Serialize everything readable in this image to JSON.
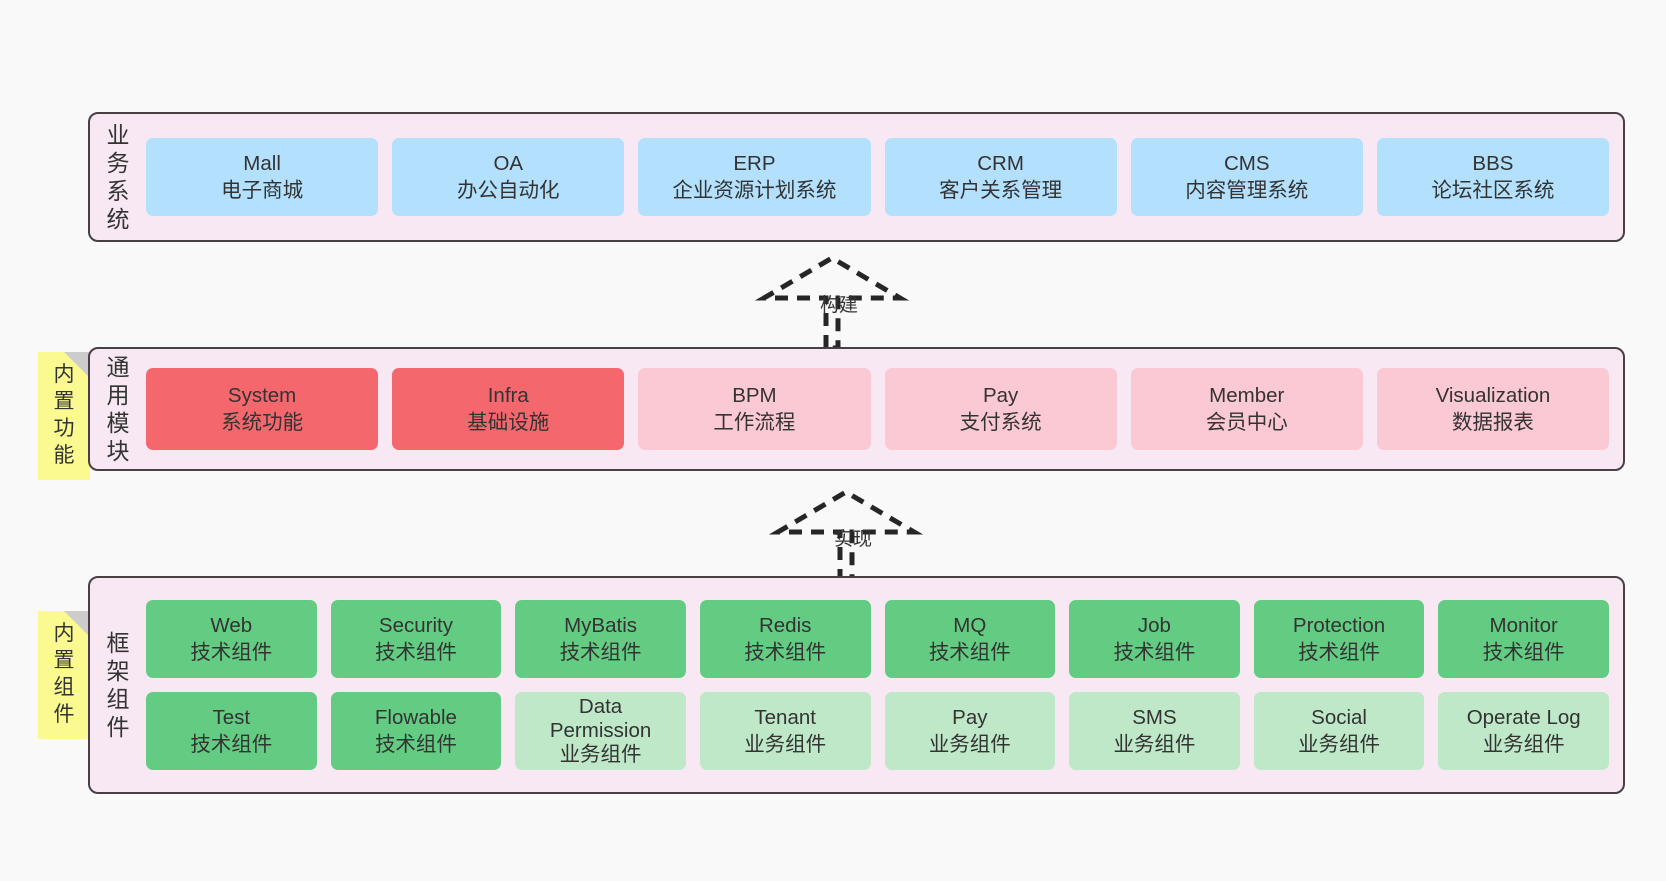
{
  "canvas": {
    "background": "#f9f9f9",
    "layer_fill": "#f7e8f3",
    "layer_border": "#4a3f45",
    "sticky_fill": "#fafa91",
    "sticky_fold": "#cccccc"
  },
  "layers": [
    {
      "id": "business-system",
      "label_chars": [
        "业",
        "务",
        "系",
        "统"
      ],
      "rows": [
        {
          "cards": [
            {
              "name": "mall",
              "color": "#b3e0fc",
              "lines": [
                "Mall",
                "电子商城"
              ]
            },
            {
              "name": "oa",
              "color": "#b3e0fc",
              "lines": [
                "OA",
                "办公自动化"
              ]
            },
            {
              "name": "erp",
              "color": "#b3e0fc",
              "lines": [
                "ERP",
                "企业资源计划系统"
              ]
            },
            {
              "name": "crm",
              "color": "#b3e0fc",
              "lines": [
                "CRM",
                "客户关系管理"
              ]
            },
            {
              "name": "cms",
              "color": "#b3e0fc",
              "lines": [
                "CMS",
                "内容管理系统"
              ]
            },
            {
              "name": "bbs",
              "color": "#b3e0fc",
              "lines": [
                "BBS",
                "论坛社区系统"
              ]
            }
          ]
        }
      ]
    },
    {
      "id": "common-modules",
      "label_chars": [
        "通",
        "用",
        "模",
        "块"
      ],
      "sticky": {
        "name": "builtin-function-note",
        "chars": [
          "内",
          "置",
          "功",
          "能"
        ]
      },
      "rows": [
        {
          "cards": [
            {
              "name": "system",
              "color": "#f4676d",
              "lines": [
                "System",
                "系统功能"
              ]
            },
            {
              "name": "infra",
              "color": "#f4676d",
              "lines": [
                "Infra",
                "基础设施"
              ]
            },
            {
              "name": "bpm",
              "color": "#fbc9d3",
              "lines": [
                "BPM",
                "工作流程"
              ]
            },
            {
              "name": "pay",
              "color": "#fbc9d3",
              "lines": [
                "Pay",
                "支付系统"
              ]
            },
            {
              "name": "member",
              "color": "#fbc9d3",
              "lines": [
                "Member",
                "会员中心"
              ]
            },
            {
              "name": "visualization",
              "color": "#fbc9d3",
              "lines": [
                "Visualization",
                "数据报表"
              ]
            }
          ]
        }
      ]
    },
    {
      "id": "framework-components",
      "label_chars": [
        "框",
        "架",
        "组",
        "件"
      ],
      "sticky": {
        "name": "builtin-component-note",
        "chars": [
          "内",
          "置",
          "组",
          "件"
        ]
      },
      "rows": [
        {
          "cards": [
            {
              "name": "web",
              "color": "#63cc82",
              "lines": [
                "Web",
                "技术组件"
              ]
            },
            {
              "name": "security",
              "color": "#63cc82",
              "lines": [
                "Security",
                "技术组件"
              ]
            },
            {
              "name": "mybatis",
              "color": "#63cc82",
              "lines": [
                "MyBatis",
                "技术组件"
              ]
            },
            {
              "name": "redis",
              "color": "#63cc82",
              "lines": [
                "Redis",
                "技术组件"
              ]
            },
            {
              "name": "mq",
              "color": "#63cc82",
              "lines": [
                "MQ",
                "技术组件"
              ]
            },
            {
              "name": "job",
              "color": "#63cc82",
              "lines": [
                "Job",
                "技术组件"
              ]
            },
            {
              "name": "protection",
              "color": "#63cc82",
              "lines": [
                "Protection",
                "技术组件"
              ]
            },
            {
              "name": "monitor",
              "color": "#63cc82",
              "lines": [
                "Monitor",
                "技术组件"
              ]
            }
          ]
        },
        {
          "cards": [
            {
              "name": "test",
              "color": "#63cc82",
              "lines": [
                "Test",
                "技术组件"
              ]
            },
            {
              "name": "flowable",
              "color": "#63cc82",
              "lines": [
                "Flowable",
                "技术组件"
              ]
            },
            {
              "name": "data-permission",
              "color": "#bfe8c9",
              "lines": [
                "Data",
                "Permission",
                "业务组件"
              ]
            },
            {
              "name": "tenant",
              "color": "#bfe8c9",
              "lines": [
                "Tenant",
                "业务组件"
              ]
            },
            {
              "name": "pay-biz",
              "color": "#bfe8c9",
              "lines": [
                "Pay",
                "业务组件"
              ]
            },
            {
              "name": "sms",
              "color": "#bfe8c9",
              "lines": [
                "SMS",
                "业务组件"
              ]
            },
            {
              "name": "social",
              "color": "#bfe8c9",
              "lines": [
                "Social",
                "业务组件"
              ]
            },
            {
              "name": "operate-log",
              "color": "#bfe8c9",
              "lines": [
                "Operate Log",
                "业务组件"
              ]
            }
          ]
        }
      ]
    }
  ],
  "arrows": [
    {
      "name": "build-arrow",
      "label": "构建"
    },
    {
      "name": "realize-arrow",
      "label": "实现"
    }
  ]
}
